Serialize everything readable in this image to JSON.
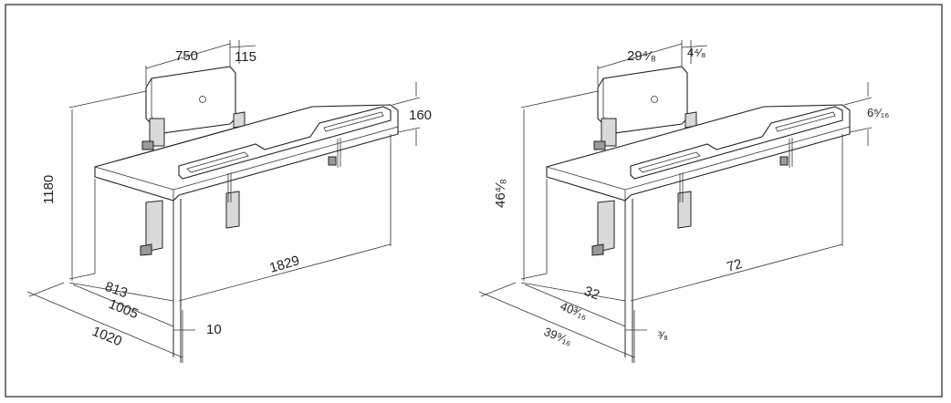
{
  "metric": {
    "width_back": "750",
    "depth_back": "115",
    "height": "1180",
    "rail_height": "160",
    "length": "1829",
    "depth_813": "813",
    "depth_1005": "1005",
    "depth_1020": "1020",
    "offset": "10"
  },
  "imperial": {
    "width_back": "29⁴⁄₈",
    "depth_back": "4⁴⁄₈",
    "height": "46⁴⁄₈",
    "rail_height": "6⁵⁄₁₆",
    "length": "72",
    "depth_32": "32",
    "depth_40": "40³⁄₁₆",
    "depth_39": "39⁹⁄₁₆",
    "offset": "³⁄₈"
  }
}
